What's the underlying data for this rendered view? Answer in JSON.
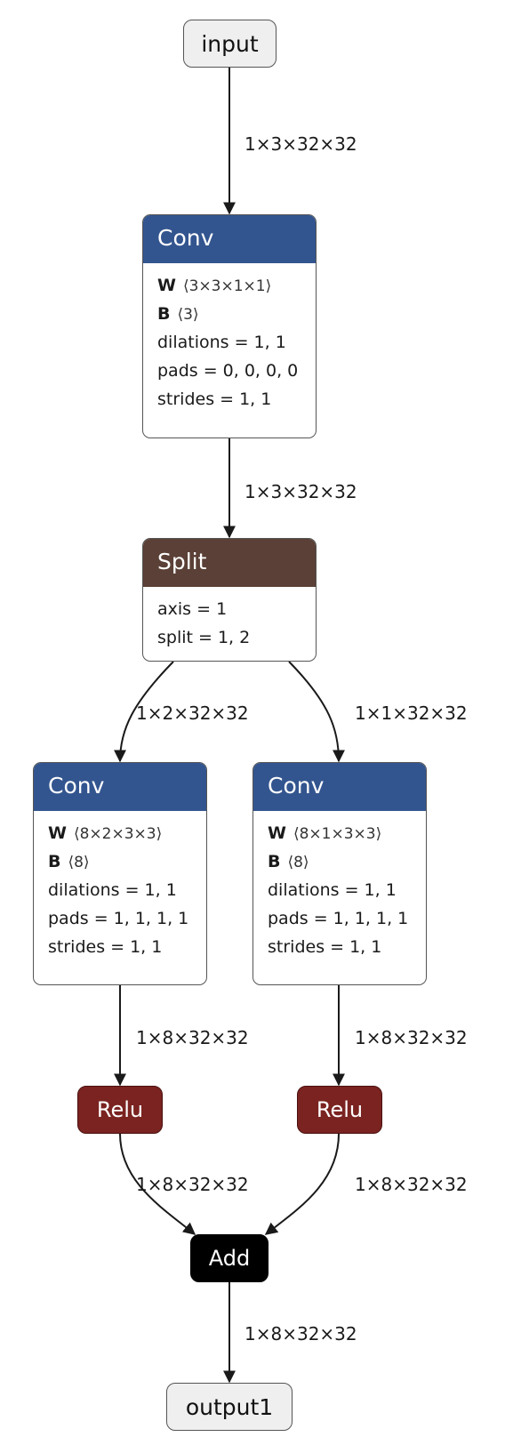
{
  "nodes": {
    "input": "input",
    "conv1": {
      "title": "Conv",
      "w_label": "W",
      "w_shape": "⟨3×3×1×1⟩",
      "b_label": "B",
      "b_shape": "⟨3⟩",
      "dilations": "dilations = 1, 1",
      "pads": "pads = 0, 0, 0, 0",
      "strides": "strides = 1, 1"
    },
    "split": {
      "title": "Split",
      "axis": "axis = 1",
      "split": "split = 1, 2"
    },
    "conv_left": {
      "title": "Conv",
      "w_label": "W",
      "w_shape": "⟨8×2×3×3⟩",
      "b_label": "B",
      "b_shape": "⟨8⟩",
      "dilations": "dilations = 1, 1",
      "pads": "pads = 1, 1, 1, 1",
      "strides": "strides = 1, 1"
    },
    "conv_right": {
      "title": "Conv",
      "w_label": "W",
      "w_shape": "⟨8×1×3×3⟩",
      "b_label": "B",
      "b_shape": "⟨8⟩",
      "dilations": "dilations = 1, 1",
      "pads": "pads = 1, 1, 1, 1",
      "strides": "strides = 1, 1"
    },
    "relu_left": "Relu",
    "relu_right": "Relu",
    "add": "Add",
    "output": "output1"
  },
  "edges": {
    "input_conv1": "1×3×32×32",
    "conv1_split": "1×3×32×32",
    "split_conv_left": "1×2×32×32",
    "split_conv_right": "1×1×32×32",
    "conv_left_relu": "1×8×32×32",
    "conv_right_relu": "1×8×32×32",
    "relu_left_add": "1×8×32×32",
    "relu_right_add": "1×8×32×32",
    "add_output": "1×8×32×32"
  },
  "colors": {
    "conv_header": "#33558f",
    "split_header": "#5a4036",
    "relu": "#7a2320",
    "add": "#000000",
    "io_fill": "#efefef"
  }
}
